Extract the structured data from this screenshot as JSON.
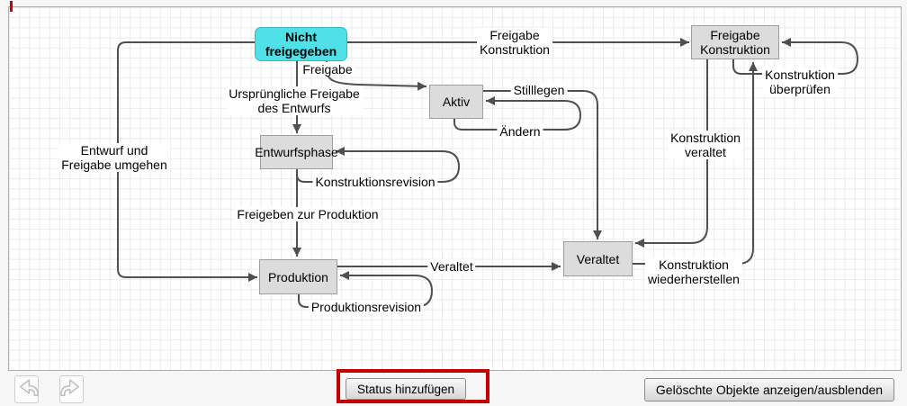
{
  "colors": {
    "start_node_fill": "#4FE0E8",
    "node_fill": "#DCDCDC",
    "edge_line": "#4F4F4F",
    "annotation_red": "#C40000"
  },
  "diagram": {
    "nodes": {
      "nicht_freigegeben": "Nicht freigegeben",
      "freigabe_konstruktion": "Freigabe Konstruktion",
      "aktiv": "Aktiv",
      "entwurfsphase": "Entwurfsphase",
      "veraltet": "Veraltet",
      "produktion": "Produktion"
    },
    "edge_labels": {
      "freigabe_konstruktion": "Freigabe\nKonstruktion",
      "freigabe": "Freigabe",
      "urspruengliche_freigabe": "Ursprüngliche Freigabe\ndes Entwurfs",
      "stilllegen": "Stilllegen",
      "aendern": "Ändern",
      "konstruktion_ueberpruefen": "Konstruktion\nüberprüfen",
      "entwurf_umgehen": "Entwurf und\nFreigabe umgehen",
      "konstruktionsrevision": "Konstruktionsrevision",
      "konstruktion_veraltet": "Konstruktion\nveraltet",
      "freigeben_zur_produktion": "Freigeben zur Produktion",
      "veraltet": "Veraltet",
      "konstruktion_wiederherstellen": "Konstruktion\nwiederherstellen",
      "produktionsrevision": "Produktionsrevision"
    }
  },
  "toolbar": {
    "undo_icon": "undo-arrow",
    "redo_icon": "redo-arrow",
    "add_state_label": "Status hinzufügen",
    "toggle_deleted_label": "Gelöschte Objekte anzeigen/ausblenden"
  }
}
